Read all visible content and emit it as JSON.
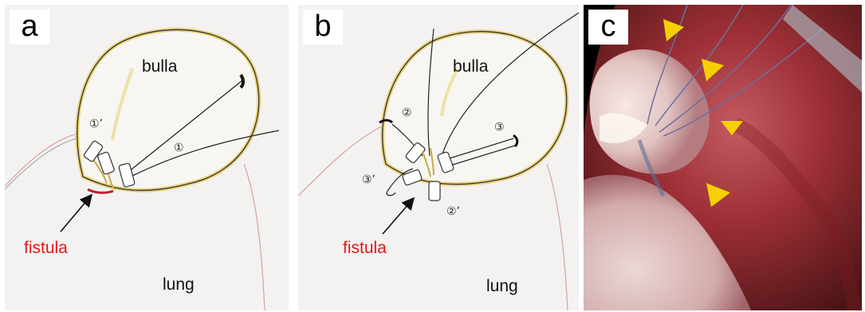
{
  "panels": [
    {
      "letter": "a",
      "bulla": "bulla",
      "lung": "lung",
      "fistula": "fistula",
      "suture_1": "①",
      "suture_1p": "①’"
    },
    {
      "letter": "b",
      "bulla": "bulla",
      "lung": "lung",
      "fistula": "fistula",
      "suture_2": "②",
      "suture_2p": "②’",
      "suture_3": "③",
      "suture_3p": "③’"
    },
    {
      "letter": "c"
    }
  ],
  "colors": {
    "fistula_label": "#e01818",
    "arrowhead": "#f5d000",
    "bulla_outline_tint": "#e8d27a"
  }
}
